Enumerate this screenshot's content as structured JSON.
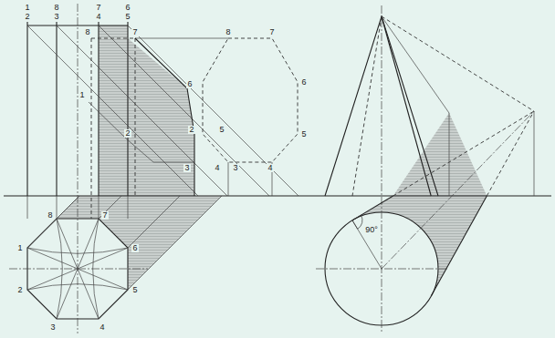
{
  "diagram": {
    "labels": [
      "1",
      "2",
      "8",
      "3",
      "7",
      "4",
      "6",
      "5",
      "8",
      "7",
      "1",
      "6",
      "2",
      "2",
      "5",
      "3",
      "4",
      "3",
      "4",
      "8",
      "7",
      "6",
      "5",
      "8",
      "7",
      "1",
      "6",
      "2",
      "5",
      "3",
      "4",
      "90°"
    ]
  }
}
